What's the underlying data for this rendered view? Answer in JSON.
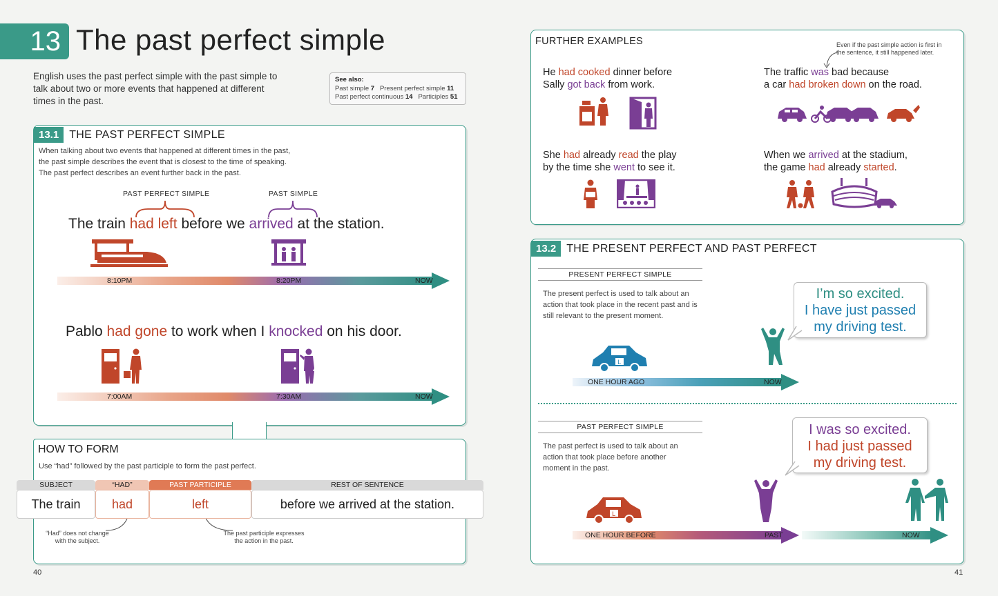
{
  "chapter": {
    "number": "13",
    "title": "The past perfect simple"
  },
  "intro": "English uses the past perfect simple with the past simple to talk about two or more events that happened at different times in the past.",
  "see_also": {
    "title": "See also:",
    "line1": [
      {
        "label": "Past simple",
        "num": "7"
      },
      {
        "label": "Present perfect simple",
        "num": "11"
      }
    ],
    "line2": [
      {
        "label": "Past perfect continuous",
        "num": "14"
      },
      {
        "label": "Participles",
        "num": "51"
      }
    ]
  },
  "section_131": {
    "tag": "13.1",
    "title": "THE PAST PERFECT SIMPLE",
    "description": "When talking about two events that happened at different times in the past, the past simple describes the event that is closest to the time of speaking. The past perfect describes an event further back in the past.",
    "label_past_perfect": "PAST PERFECT SIMPLE",
    "label_past_simple": "PAST SIMPLE",
    "sentence1": {
      "a": "The train ",
      "b": "had left",
      "c": " before we ",
      "d": "arrived",
      "e": " at the station."
    },
    "timeline1": {
      "t1": "8:10PM",
      "t2": "8:20PM",
      "end": "NOW"
    },
    "sentence2": {
      "a": "Pablo ",
      "b": "had gone",
      "c": " to work when I ",
      "d": "knocked",
      "e": " on his door."
    },
    "timeline2": {
      "t1": "7:00AM",
      "t2": "7:30AM",
      "end": "NOW"
    }
  },
  "how_to_form": {
    "title": "HOW TO FORM",
    "description": "Use “had” followed by the past participle to form the past perfect.",
    "segments": [
      {
        "caption": "SUBJECT",
        "text": "The train"
      },
      {
        "caption": "“HAD”",
        "text": "had"
      },
      {
        "caption": "PAST PARTICIPLE",
        "text": "left"
      },
      {
        "caption": "REST OF SENTENCE",
        "text": "before we arrived at the station."
      }
    ],
    "note1": "“Had” does not change with the subject.",
    "note2": "The past participle expresses the action in the past."
  },
  "further_examples": {
    "title": "FURTHER EXAMPLES",
    "note": "Even if the past simple action is first in the sentence, it still happened later.",
    "ex1": {
      "a": "He ",
      "b": "had cooked",
      "c": " dinner before",
      "d": "Sally ",
      "e": "got back",
      "f": " from work."
    },
    "ex2": {
      "a": "The traffic ",
      "b": "was",
      "c": " bad because",
      "d": "a car ",
      "e": "had broken down",
      "f": " on the road."
    },
    "ex3": {
      "a": "She ",
      "b": "had",
      "c": " already ",
      "d": "read",
      "e": " the play",
      "f": "by the time she ",
      "g": "went",
      "h": " to see it."
    },
    "ex4": {
      "a": "When we ",
      "b": "arrived",
      "c": " at the stadium,",
      "d": "the game ",
      "e": "had",
      "f": " already ",
      "g": "started",
      "h": "."
    }
  },
  "section_132": {
    "tag": "13.2",
    "title": "THE PRESENT PERFECT AND PAST PERFECT",
    "present": {
      "head": "PRESENT PERFECT SIMPLE",
      "description": "The present perfect is used to talk about an action that took place in the recent past and is still relevant to the present moment.",
      "bubble": [
        "I’m so excited.",
        "I have just passed",
        "my driving test."
      ],
      "t_start": "ONE HOUR AGO",
      "t_end": "NOW"
    },
    "past": {
      "head": "PAST PERFECT SIMPLE",
      "description": "The past perfect is used to talk about an action that took place before another moment in the past.",
      "bubble": [
        "I was so excited.",
        "I had just passed",
        "my driving test."
      ],
      "t_start": "ONE HOUR BEFORE",
      "t_mid": "PAST",
      "t_end": "NOW"
    }
  },
  "page_left": "40",
  "page_right": "41",
  "colors": {
    "teal": "#3a9a88",
    "red": "#c0462a",
    "purple": "#7a3e94",
    "blue": "#1f7fb0"
  }
}
